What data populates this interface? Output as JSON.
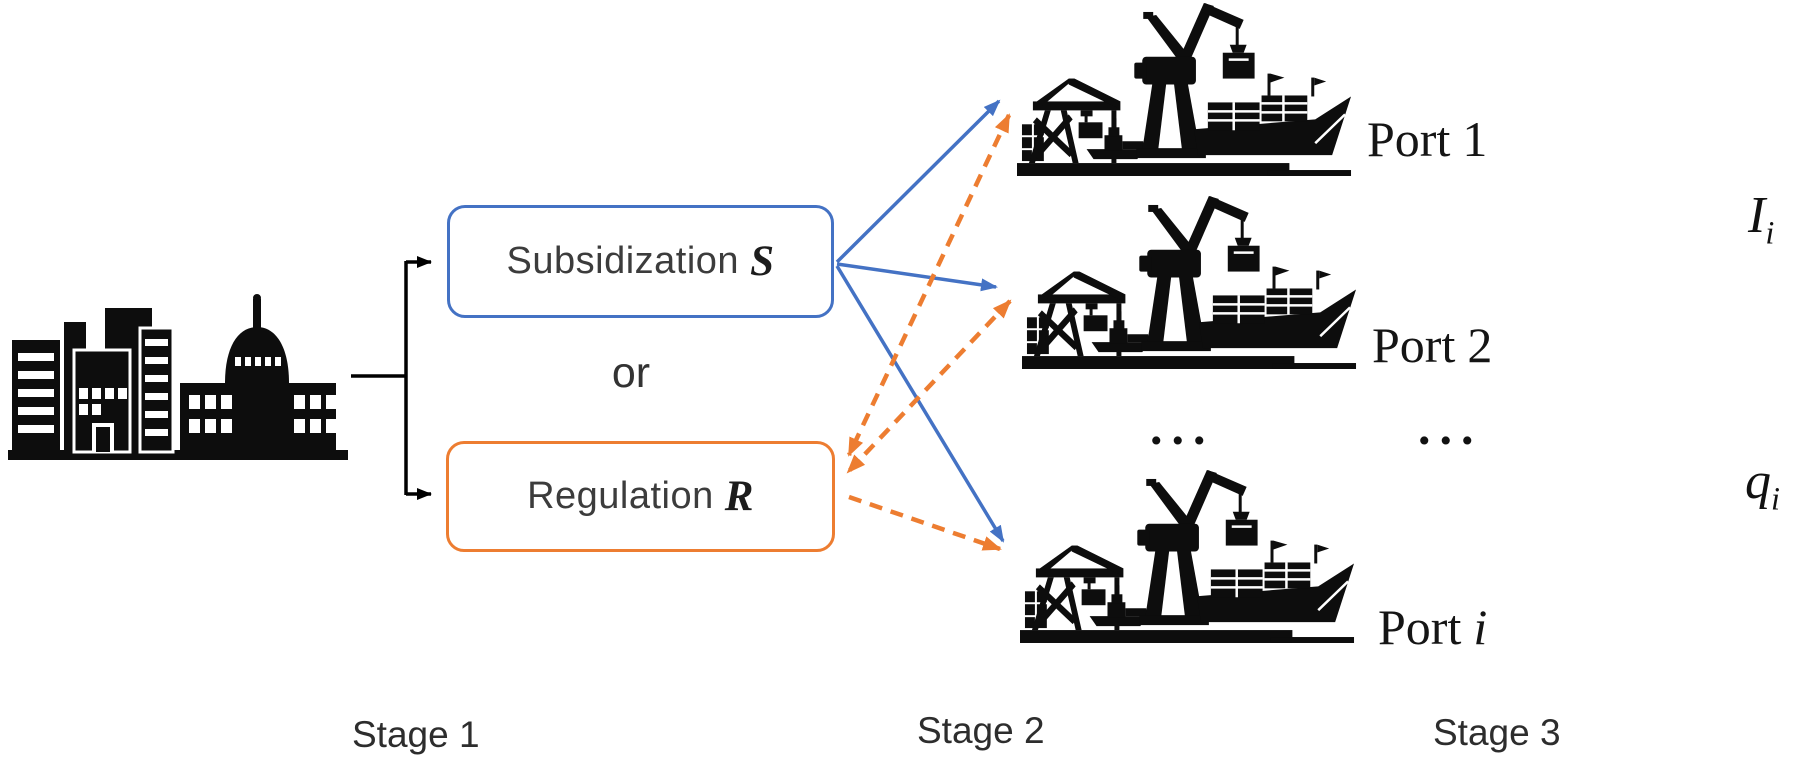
{
  "figure": {
    "description": "Two-path government policy diagram: government chooses Subsidization S or Regulation R affecting ports 1..i across three stages"
  },
  "government": {
    "icon": "city-government-building-icon"
  },
  "decision": {
    "subsidization": {
      "label": "Subsidization",
      "variable": "S"
    },
    "or_label": "or",
    "regulation": {
      "label": "Regulation",
      "variable": "R"
    }
  },
  "ports": [
    {
      "icon": "seaport-crane-ship-icon",
      "label": "Port",
      "index": "1"
    },
    {
      "icon": "seaport-crane-ship-icon",
      "label": "Port",
      "index": "2"
    },
    {
      "icon": "seaport-crane-ship-icon",
      "label": "Port",
      "index": "i"
    }
  ],
  "ellipsis": {
    "icons_column": "...",
    "labels_column": "..."
  },
  "outcomes": {
    "investment": {
      "symbol": "I",
      "subscript": "i"
    },
    "quantity": {
      "symbol": "q",
      "subscript": "i"
    }
  },
  "stages": [
    {
      "label": "Stage 1"
    },
    {
      "label": "Stage 2"
    },
    {
      "label": "Stage 3"
    }
  ],
  "colors": {
    "subsidization_blue": "#4472C4",
    "regulation_orange": "#ED7D31",
    "link_black": "#000000",
    "ink": "#111111"
  }
}
